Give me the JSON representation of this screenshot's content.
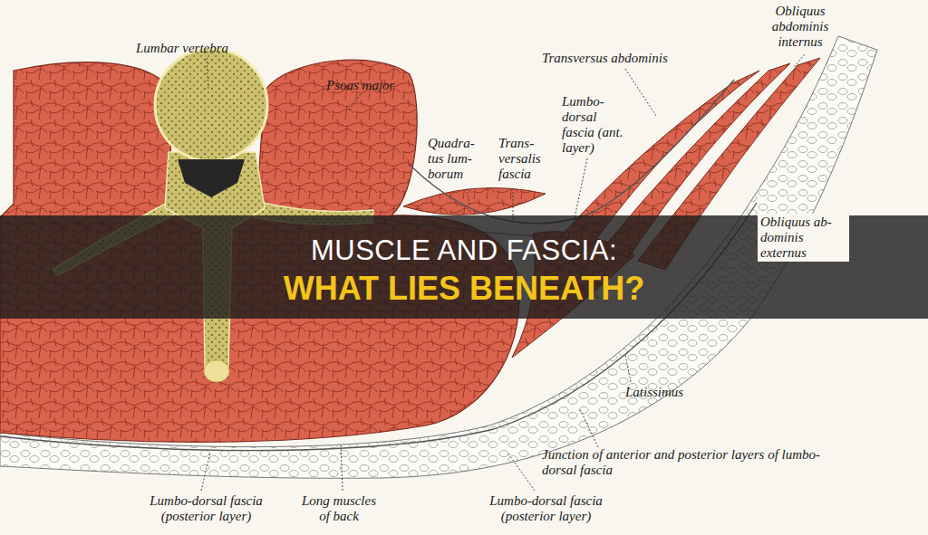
{
  "diagram": {
    "title": "MUSCLE AND FASCIA: WHAT LIES BENEATH?",
    "labels": [
      "Lumbar vertebra",
      "Psoas major",
      "Transversus abdominis",
      "Obliquus abdominis internus",
      "Quadra- tus lum- borum",
      "Trans- versalis fascia",
      "Lumbo- dorsal fascia (ant. layer)",
      "Obliquus ab- dominis externus",
      "Latissimus",
      "Junction of anterior and posterior layers of lumbo-dorsal fascia",
      "Lumbo-dorsal fascia (posterior layer)",
      "Long muscles of back",
      "Lumbo-dorsal fascia (posterior layer)"
    ]
  }
}
